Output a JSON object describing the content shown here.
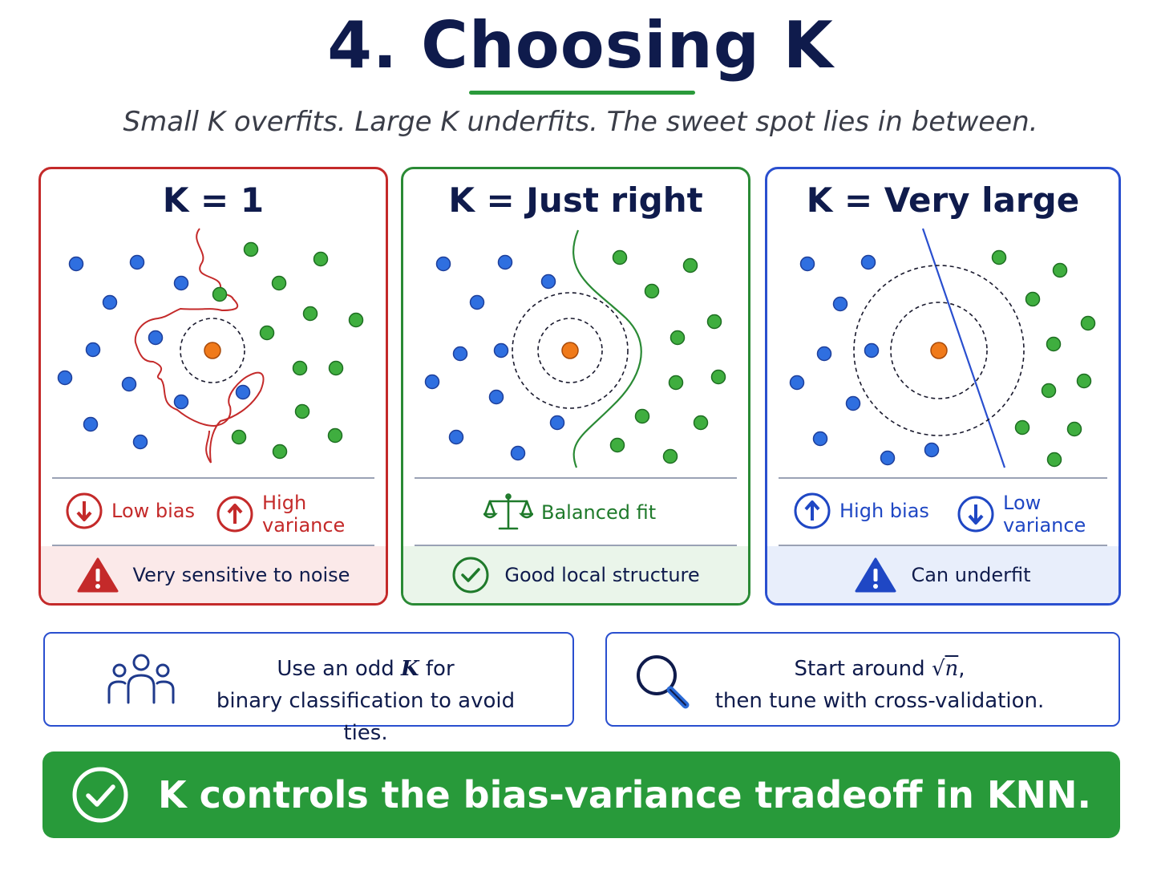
{
  "page": {
    "title": "4. Choosing K",
    "subtitle": "Small K overfits. Large K underfits. The sweet spot lies in between."
  },
  "colors": {
    "blue_points": "#2f6fe0",
    "green_points": "#3fae3f",
    "query_point": "#f07a1a",
    "red_accent": "#c42a2a",
    "green_accent": "#2a8a35",
    "blue_accent": "#2a4fcf",
    "banner": "#289a3a"
  },
  "panels": [
    {
      "id": "small-k",
      "title": "K = 1",
      "stat_left": "Low bias",
      "stat_right": "High variance",
      "footer": "Very sensitive to noise",
      "icons": [
        "arrow-down-icon",
        "arrow-up-icon",
        "warning-icon"
      ]
    },
    {
      "id": "right-k",
      "title": "K = Just right",
      "stat_center": "Balanced fit",
      "footer": "Good local structure",
      "icons": [
        "balance-scale-icon",
        "check-circle-icon"
      ]
    },
    {
      "id": "large-k",
      "title": "K = Very large",
      "stat_left": "High bias",
      "stat_right": "Low variance",
      "footer": "Can underfit",
      "icons": [
        "arrow-up-icon",
        "arrow-down-icon",
        "warning-icon"
      ]
    }
  ],
  "tips": {
    "odd_k_line1_pre": "Use an odd ",
    "odd_k_line1_k": "K",
    "odd_k_line1_post": " for",
    "odd_k_line2": "binary classification to avoid ties.",
    "odd_k_icon": "people-group-icon",
    "sqrt_line1_pre": "Start around ",
    "sqrt_symbol": "√",
    "sqrt_var": "n",
    "sqrt_line1_post": ",",
    "sqrt_line2": "then tune with cross-validation.",
    "sqrt_icon": "magnifier-icon"
  },
  "banner": {
    "text": "K controls the bias-variance tradeoff in KNN.",
    "icon": "check-circle-icon"
  }
}
